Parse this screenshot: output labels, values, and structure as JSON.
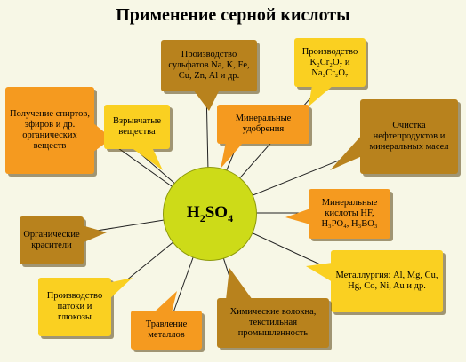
{
  "title": "Применение серной кислоты",
  "center": {
    "base": "H",
    "sub1": "2",
    "mid": "SO",
    "sub2": "4"
  },
  "nodes": {
    "sulfates": "Производство сульфатов Na, K, Fe, Cu, Zn, Al и др.",
    "dichromates": "Производство K₂Cr₂O₇ и Na₂Cr₂O₇",
    "alcohols": "Получение спиртов, эфиров и др. органических веществ",
    "explosives": "Взрывчатые вещества",
    "fertilizers": "Минеральные удобрения",
    "oil_refining": "Очистка нефтепродуктов и минеральных масел",
    "mineral_acids": "Минеральные кислоты HF, H₃PO₄, H₃BO₃",
    "dyes": "Органические красители",
    "metallurgy": "Металлургия: Al, Mg, Cu, Hg, Co, Ni, Au и др.",
    "molasses": "Производство патоки и глюкозы",
    "pickling": "Травление металлов",
    "fibers": "Химические волокна, текстильная промышленность"
  },
  "colors": {
    "orange": "#f59a1f",
    "yellow": "#fad021",
    "brown": "#b8821d",
    "center": "#cddb18",
    "background": "#f7f7e6"
  }
}
